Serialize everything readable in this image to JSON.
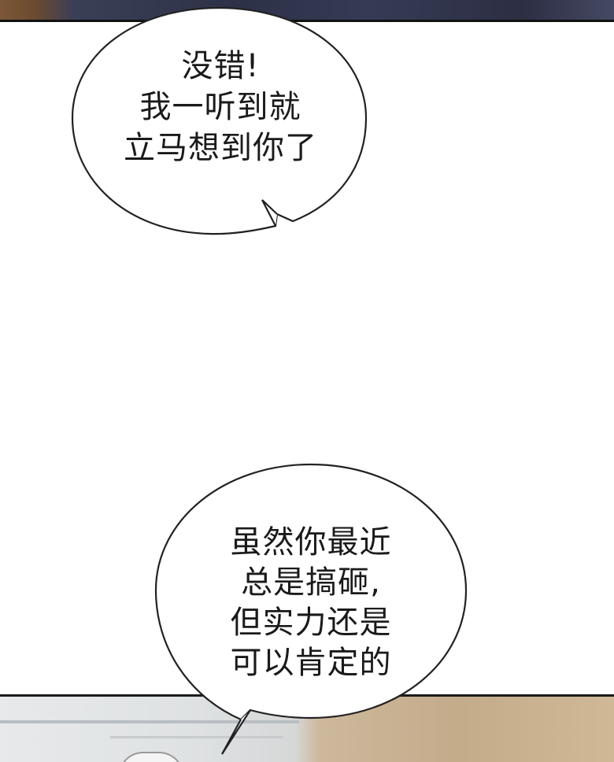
{
  "bubbles": [
    {
      "lines": [
        "没错!",
        "我一听到就",
        "立马想到你了"
      ]
    },
    {
      "lines": [
        "虽然你最近",
        "总是搞砸,",
        "但实力还是",
        "可以肯定的"
      ]
    }
  ]
}
